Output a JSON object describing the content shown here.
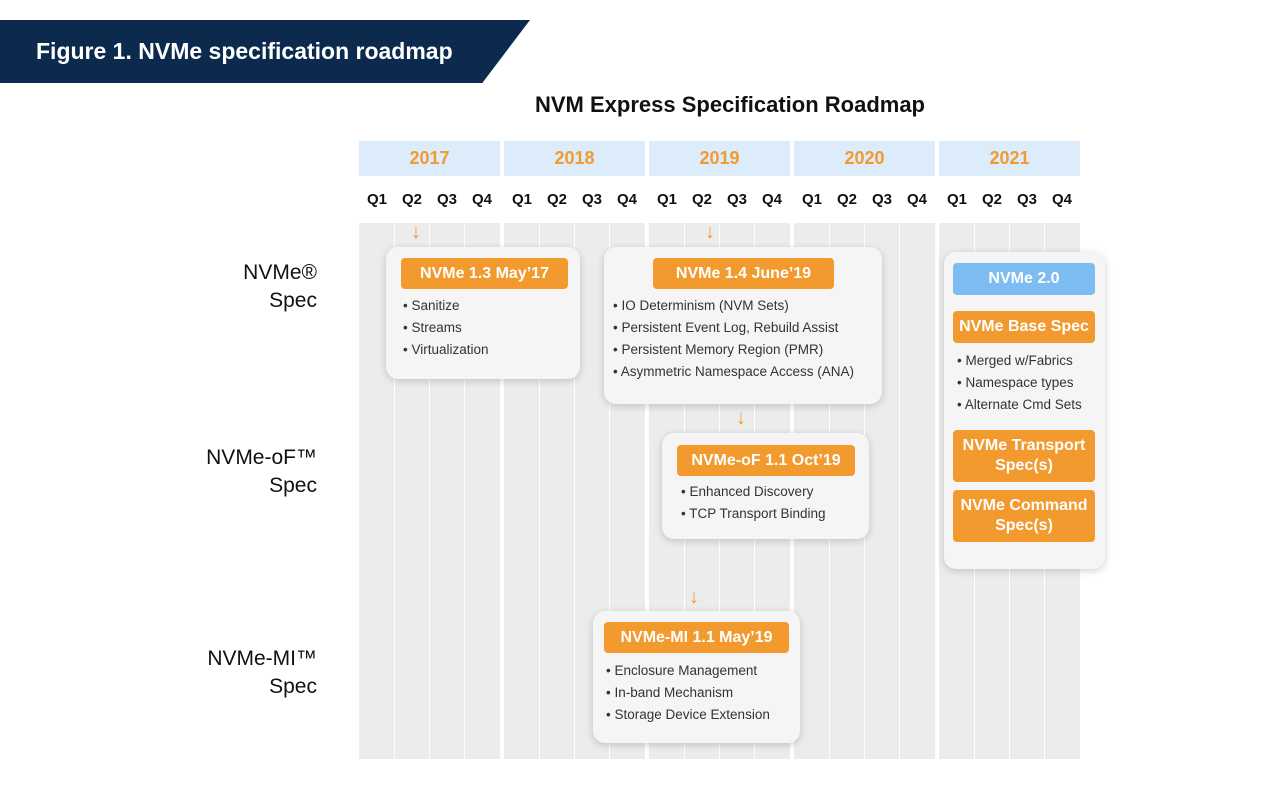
{
  "figure_title": "Figure 1. NVMe specification roadmap",
  "chart_title": "NVM Express Specification Roadmap",
  "years": [
    "2017",
    "2018",
    "2019",
    "2020",
    "2021"
  ],
  "quarters": [
    "Q1",
    "Q2",
    "Q3",
    "Q4"
  ],
  "rows": {
    "nvme": {
      "line1": "NVMe®",
      "line2": "Spec"
    },
    "nvmeof": {
      "line1": "NVMe-oF™",
      "line2": "Spec"
    },
    "nvmemi": {
      "line1": "NVMe-MI™",
      "line2": "Spec"
    }
  },
  "releases": {
    "nvme13": {
      "label": "NVMe 1.3 May’17",
      "features": [
        "Sanitize",
        "Streams",
        "Virtualization"
      ]
    },
    "nvme14": {
      "label": "NVMe 1.4 June’19",
      "features": [
        "IO Determinism (NVM Sets)",
        "Persistent Event Log, Rebuild Assist",
        "Persistent Memory Region (PMR)",
        "Asymmetric Namespace Access (ANA)"
      ]
    },
    "nvmeof11": {
      "label": "NVMe-oF 1.1 Oct’19",
      "features": [
        "Enhanced Discovery",
        "TCP Transport Binding"
      ]
    },
    "nvmemi11": {
      "label": "NVMe-MI 1.1 May’19",
      "features": [
        "Enclosure Management",
        "In-band Mechanism",
        "Storage Device Extension"
      ]
    },
    "nvme20": {
      "label": "NVMe 2.0",
      "base_label": "NVMe Base Spec",
      "base_features": [
        "Merged w/Fabrics",
        "Namespace types",
        "Alternate Cmd Sets"
      ],
      "transport_line1": "NVMe Transport",
      "transport_line2": "Spec(s)",
      "command_line1": "NVMe Command",
      "command_line2": "Spec(s)"
    }
  },
  "bullet_symbol": "•",
  "arrow_symbol": "↓",
  "colors": {
    "navy": "#0b2a4d",
    "orange": "#f29a2e",
    "light_blue": "#dcecfb",
    "blue_pill": "#7cbcf2",
    "grid": "#ececec"
  }
}
